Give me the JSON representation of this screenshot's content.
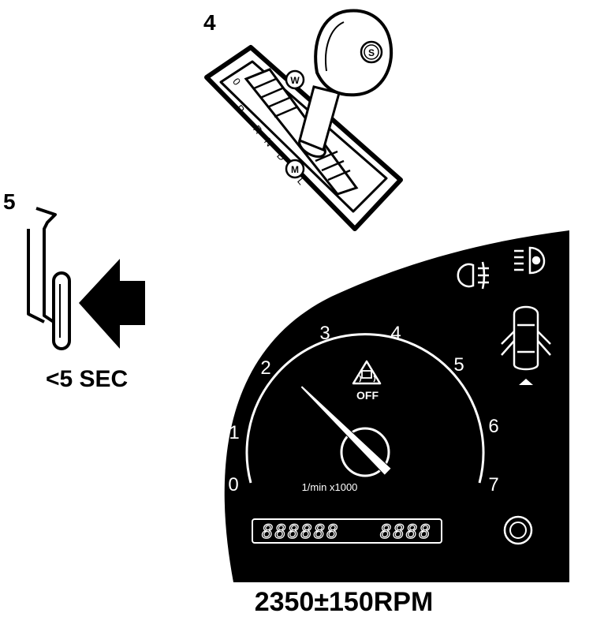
{
  "steps": {
    "step4_label": "4",
    "step5_label": "5"
  },
  "gear_selector": {
    "knob_button_label": "S",
    "winter_button_label": "W",
    "manual_button_label": "M",
    "positions": [
      "0",
      "P",
      "R",
      "N",
      "D",
      "L"
    ]
  },
  "pedal": {
    "duration_label": "<5 SEC"
  },
  "tachometer": {
    "scale_numbers": [
      "0",
      "1",
      "2",
      "3",
      "4",
      "5",
      "6",
      "7"
    ],
    "unit_label": "1/min x1000",
    "traction_off_label": "OFF",
    "needle_value": 2,
    "max_value": 7,
    "odometer_display": "888888",
    "trip_display": "8888"
  },
  "target_rpm": "2350±150RPM",
  "colors": {
    "ink": "#000000",
    "paper": "#ffffff"
  }
}
